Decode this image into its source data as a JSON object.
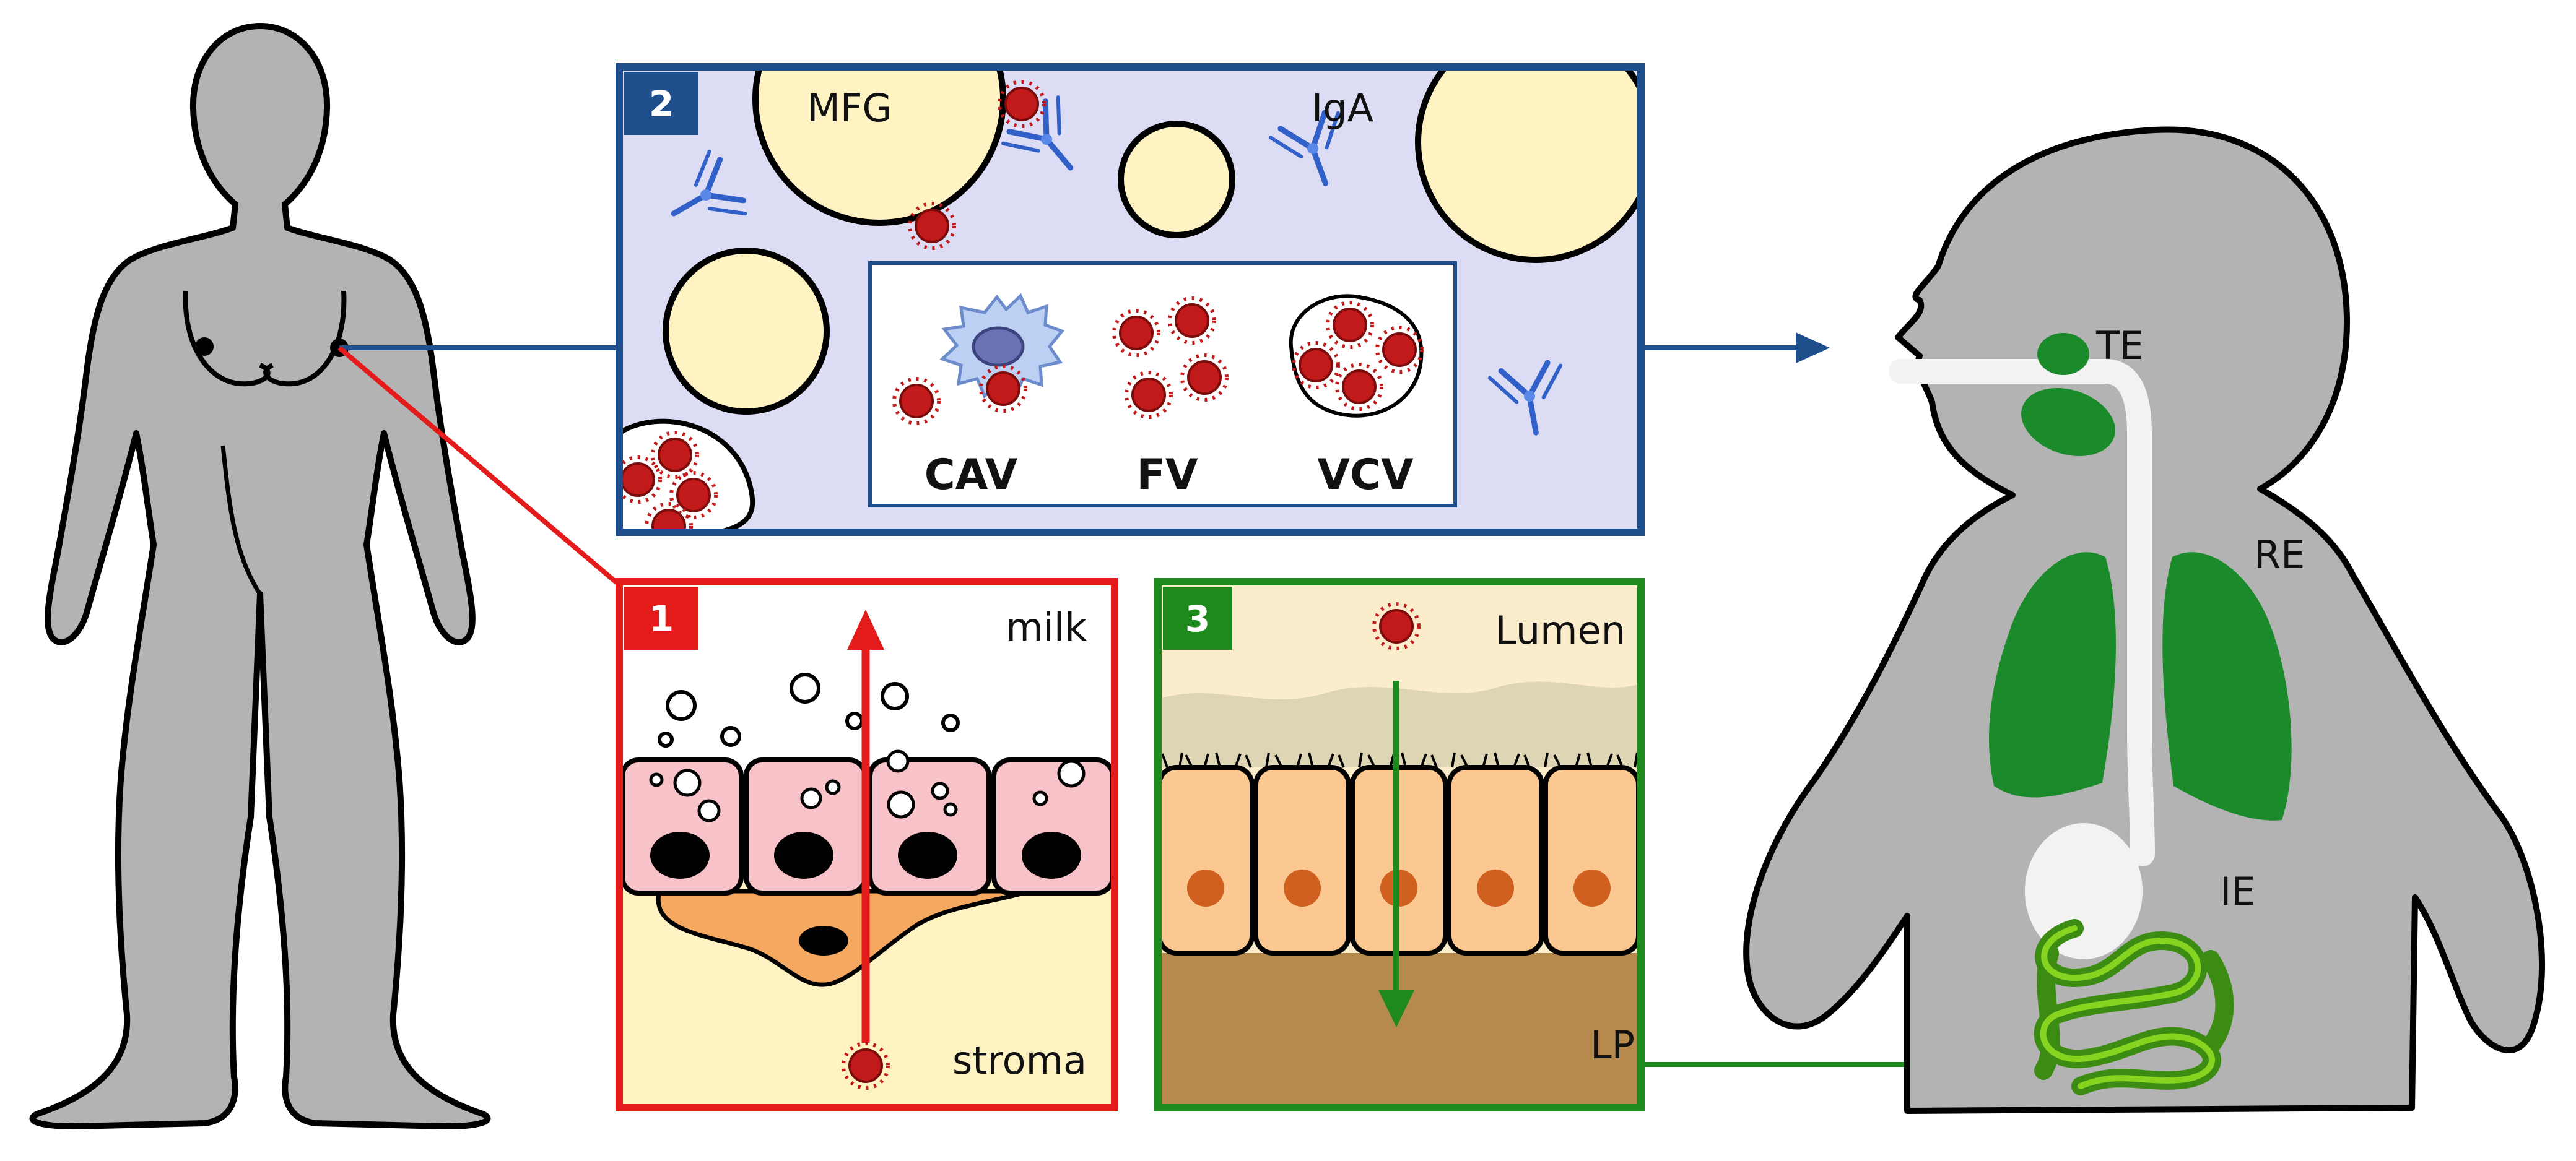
{
  "colors": {
    "panel_blue": "#1f4e8c",
    "panel_red": "#e31b1b",
    "panel_green": "#1e8a1e",
    "body_gray": "#b3b3b3",
    "organ_green": "#1a8a2a",
    "virus_red": "#c21a1a",
    "milk_bg": "#dcdcf4",
    "fat_globule": "#fff3c4"
  },
  "panels": {
    "milk": {
      "number": "2",
      "labels": {
        "mfg": "MFG",
        "iga": "IgA"
      },
      "virus_forms": [
        {
          "label": "CAV"
        },
        {
          "label": "FV"
        },
        {
          "label": "VCV"
        }
      ]
    },
    "mammary": {
      "number": "1",
      "labels": {
        "top": "milk",
        "bottom": "stroma"
      }
    },
    "intestine": {
      "number": "3",
      "labels": {
        "top": "Lumen",
        "bottom": "LP"
      }
    }
  },
  "infant": {
    "labels": {
      "te": "TE",
      "re": "RE",
      "ie": "IE"
    }
  }
}
